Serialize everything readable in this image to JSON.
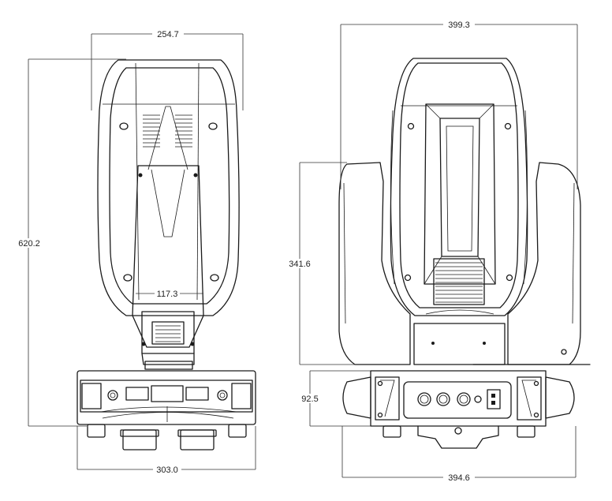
{
  "dimensions": {
    "front_top_width": "254.7",
    "front_height": "620.2",
    "front_arm_width": "117.3",
    "front_base_width": "303.0",
    "side_top_width": "399.3",
    "side_yoke_height": "341.6",
    "side_base_height": "92.5",
    "side_base_width": "394.6"
  },
  "colors": {
    "line": "#1a1a1a",
    "background": "#ffffff"
  }
}
